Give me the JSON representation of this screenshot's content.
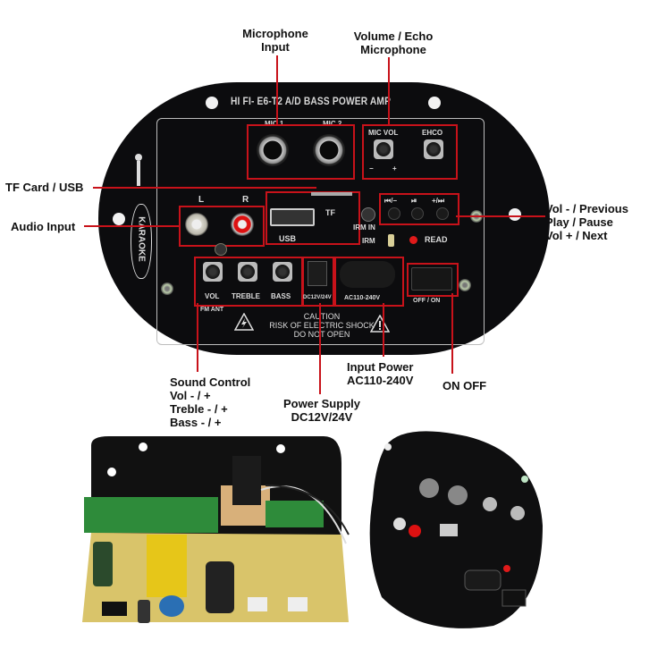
{
  "callouts": {
    "mic_input": "Microphone\nInput",
    "volume_echo": "Volume / Echo\nMicrophone",
    "tf_usb": "TF Card / USB",
    "audio_input": "Audio Input",
    "playback": "Vol - / Previous\nPlay / Pause\nVol + / Next",
    "sound_control": "Sound Control\nVol - / +\nTreble - / +\nBass - / +",
    "power_supply": "Power Supply\nDC12V/24V",
    "input_power": "Input Power\nAC110-240V",
    "on_off": "ON OFF"
  },
  "panel": {
    "title": "HI FI- E6-T2 A/D BASS POWER AMP",
    "karaoke": "KARAOKE",
    "mic1": "MIC 1",
    "mic2": "MIC 2",
    "mic_vol": "MIC VOL",
    "echo": "EHCO",
    "minus": "−",
    "plus": "+",
    "left": "L",
    "right": "R",
    "usb": "USB",
    "tf": "TF",
    "irm_in": "IRM IN",
    "irm": "IRM",
    "read": "READ",
    "prev_label": "⏮/−",
    "play_label": "⏯",
    "next_label": "+/⏭",
    "vol": "VOL",
    "treble": "TREBLE",
    "bass": "BASS",
    "dc": "DC12V/24V",
    "ac": "AC110-240V",
    "switch": "OFF / ON",
    "fm_ant": "FM ANT",
    "caution1": "CAUTION",
    "caution2": "RISK OF ELECTRIC SHOCK",
    "caution3": "DO NOT OPEN"
  },
  "colors": {
    "highlight": "#c8121a",
    "panel": "#0c0c0e",
    "pcb": "#d9c46a",
    "pcb_green": "#2e8b3a"
  }
}
